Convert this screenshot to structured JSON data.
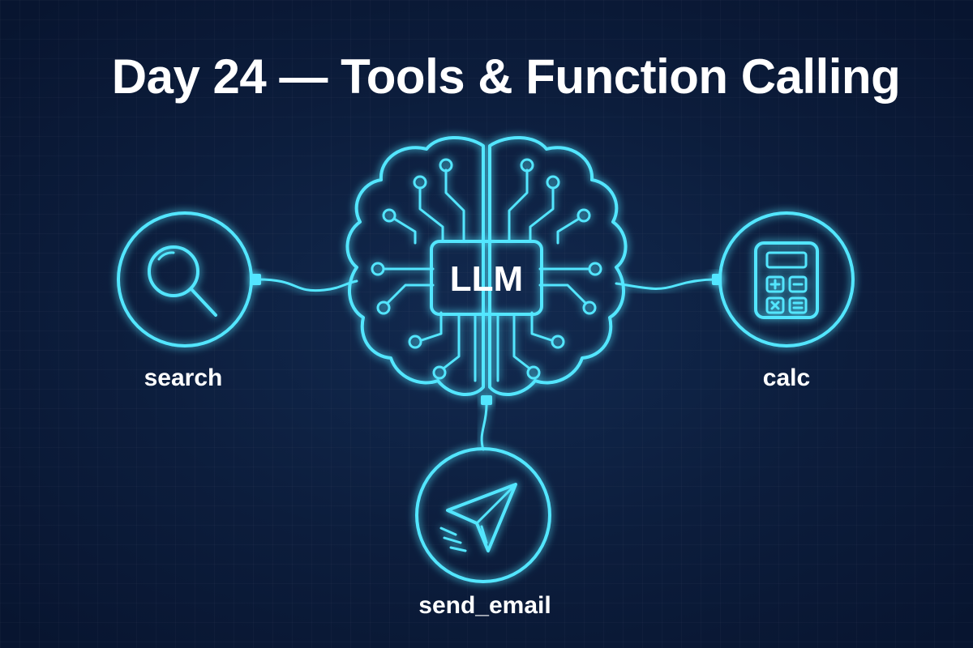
{
  "title": "Day 24 — Tools & Function Calling",
  "center": {
    "label": "LLM",
    "icon": "brain-circuit-icon"
  },
  "tools": [
    {
      "label": "search",
      "icon": "magnifier-icon"
    },
    {
      "label": "calc",
      "icon": "calculator-icon"
    },
    {
      "label": "send_email",
      "icon": "paper-plane-icon"
    }
  ],
  "colors": {
    "background": "#0c1d3c",
    "neon_accent": "#52e6ff",
    "text": "#ffffff"
  }
}
